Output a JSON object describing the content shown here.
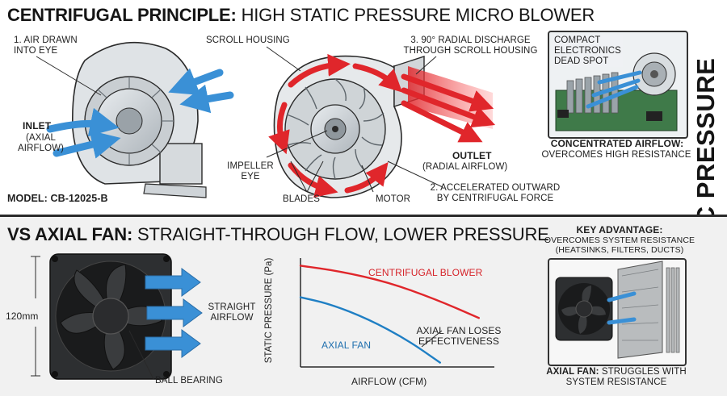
{
  "top": {
    "title_bold": "CENTRIFUGAL PRINCIPLE:",
    "title_rest": "HIGH STATIC PRESSURE MICRO BLOWER",
    "label_air_drawn": "1. AIR DRAWN\nINTO EYE",
    "label_inlet": "INLET",
    "label_inlet_sub": "(AXIAL\nAIRFLOW)",
    "label_model": "MODEL: CB-12025-B",
    "label_scroll": "SCROLL HOUSING",
    "label_discharge": "3. 90° RADIAL DISCHARGE\nTHROUGH SCROLL HOUSING",
    "label_impeller_eye": "IMPELLER\nEYE",
    "label_blades": "BLADES",
    "label_motor": "MOTOR",
    "label_outlet": "OUTLET",
    "label_outlet_sub": "(RADIAL AIRFLOW)",
    "label_accelerated": "2. ACCELERATED OUTWARD\nBY CENTRIFUGAL FORCE",
    "label_compact": "COMPACT\nELECTRONICS\nDEAD SPOT",
    "label_concentrated": "CONCENTRATED AIRFLOW:",
    "label_concentrated_sub": "OVERCOMES HIGH RESISTANCE"
  },
  "side_title": "HIGH STATIC PRESSURE",
  "bottom": {
    "title_bold": "VS AXIAL FAN:",
    "title_rest": "STRAIGHT-THROUGH FLOW, LOWER PRESSURE",
    "label_size": "120mm",
    "label_straight": "STRAIGHT\nAIRFLOW",
    "label_bearing": "BALL BEARING",
    "key_title": "KEY ADVANTAGE:",
    "key_sub": "OVERCOMES SYSTEM RESISTANCE\n(HEATSINKS, FILTERS, DUCTS)",
    "axial_struggle_bold": "AXIAL FAN:",
    "axial_struggle_rest": "STRUGGLES WITH\nSYSTEM RESISTANCE"
  },
  "chart_data": {
    "type": "line",
    "xlabel": "AIRFLOW (CFM)",
    "ylabel": "STATIC PRESSURE (Pa)",
    "annotation": "AXIAL FAN LOSES\nEFFECTIVENESS",
    "series": [
      {
        "name": "CENTRIFUGAL BLOWER",
        "color": "#e0262b",
        "values": [
          [
            0,
            0.93
          ],
          [
            0.2,
            0.88
          ],
          [
            0.45,
            0.78
          ],
          [
            0.7,
            0.62
          ],
          [
            0.92,
            0.45
          ]
        ]
      },
      {
        "name": "AXIAL FAN",
        "color": "#1f7fc4",
        "values": [
          [
            0,
            0.64
          ],
          [
            0.15,
            0.58
          ],
          [
            0.35,
            0.44
          ],
          [
            0.55,
            0.25
          ],
          [
            0.72,
            0.04
          ]
        ]
      }
    ]
  },
  "colors": {
    "air_blue": "#3a90d6",
    "hot_red": "#e0262b",
    "outline": "#2a2a2a"
  }
}
